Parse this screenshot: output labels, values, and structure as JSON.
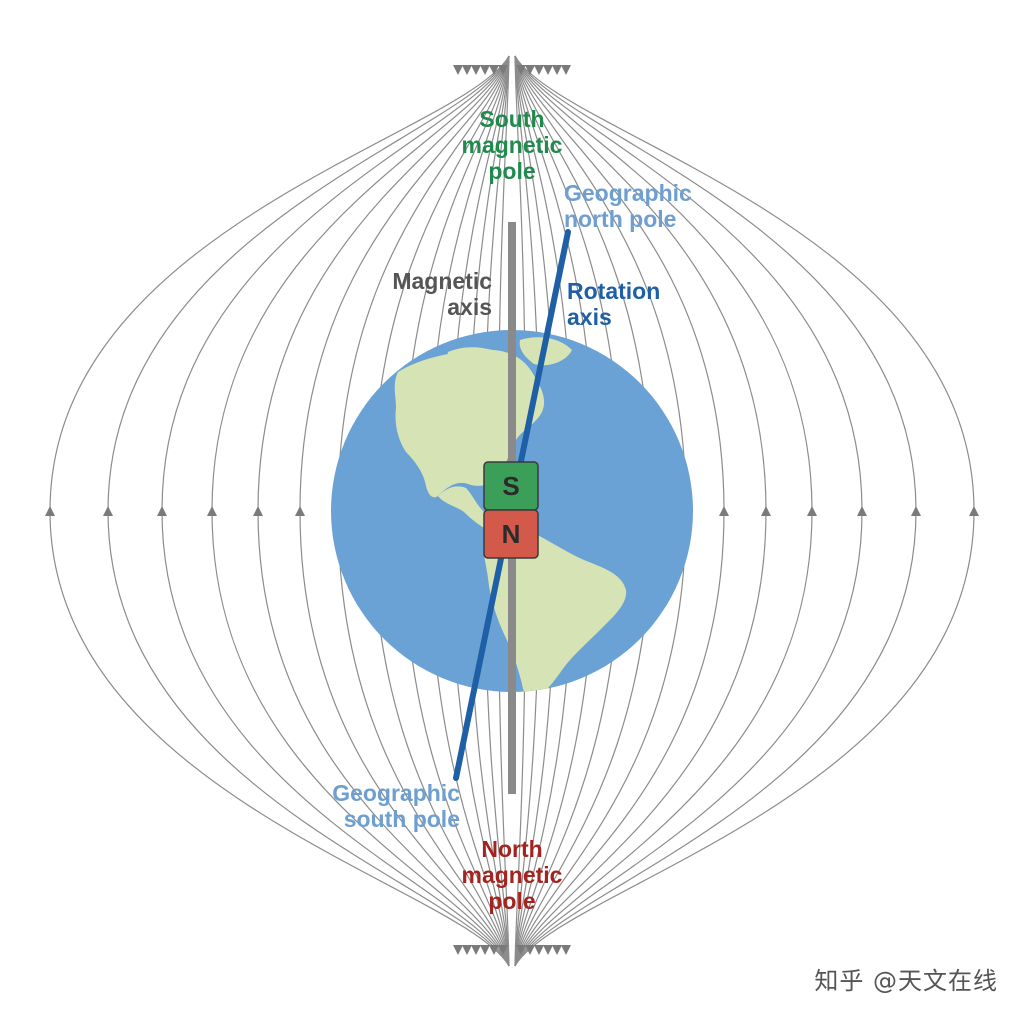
{
  "labels": {
    "south_magnetic_pole": [
      "South",
      "magnetic",
      "pole"
    ],
    "geographic_north_pole": [
      "Geographic",
      "north pole"
    ],
    "magnetic_axis": [
      "Magnetic",
      "axis"
    ],
    "rotation_axis": [
      "Rotation",
      "axis"
    ],
    "geographic_south_pole": [
      "Geographic",
      "south pole"
    ],
    "north_magnetic_pole": [
      "North",
      "magnetic",
      "pole"
    ]
  },
  "magnet": {
    "top_letter": "S",
    "bottom_letter": "N"
  },
  "watermark": "知乎 @天文在线",
  "colors": {
    "south_pole_text": "#1f8a4c",
    "north_pole_text": "#a3231f",
    "geographic_text": "#6e9fd0",
    "magnetic_axis_text": "#555555",
    "rotation_axis_text": "#1f5fa6",
    "ocean": "#6aa2d6",
    "land": "#d6e3b4",
    "rotation_axis": "#1f5fa6",
    "magnetic_axis": "#8a8a8a",
    "magnet_south": "#3b9f5a",
    "magnet_north": "#d35a4a",
    "field_line": "#8c8c8c"
  },
  "icons": [
    "globe-icon",
    "bar-magnet-icon"
  ]
}
